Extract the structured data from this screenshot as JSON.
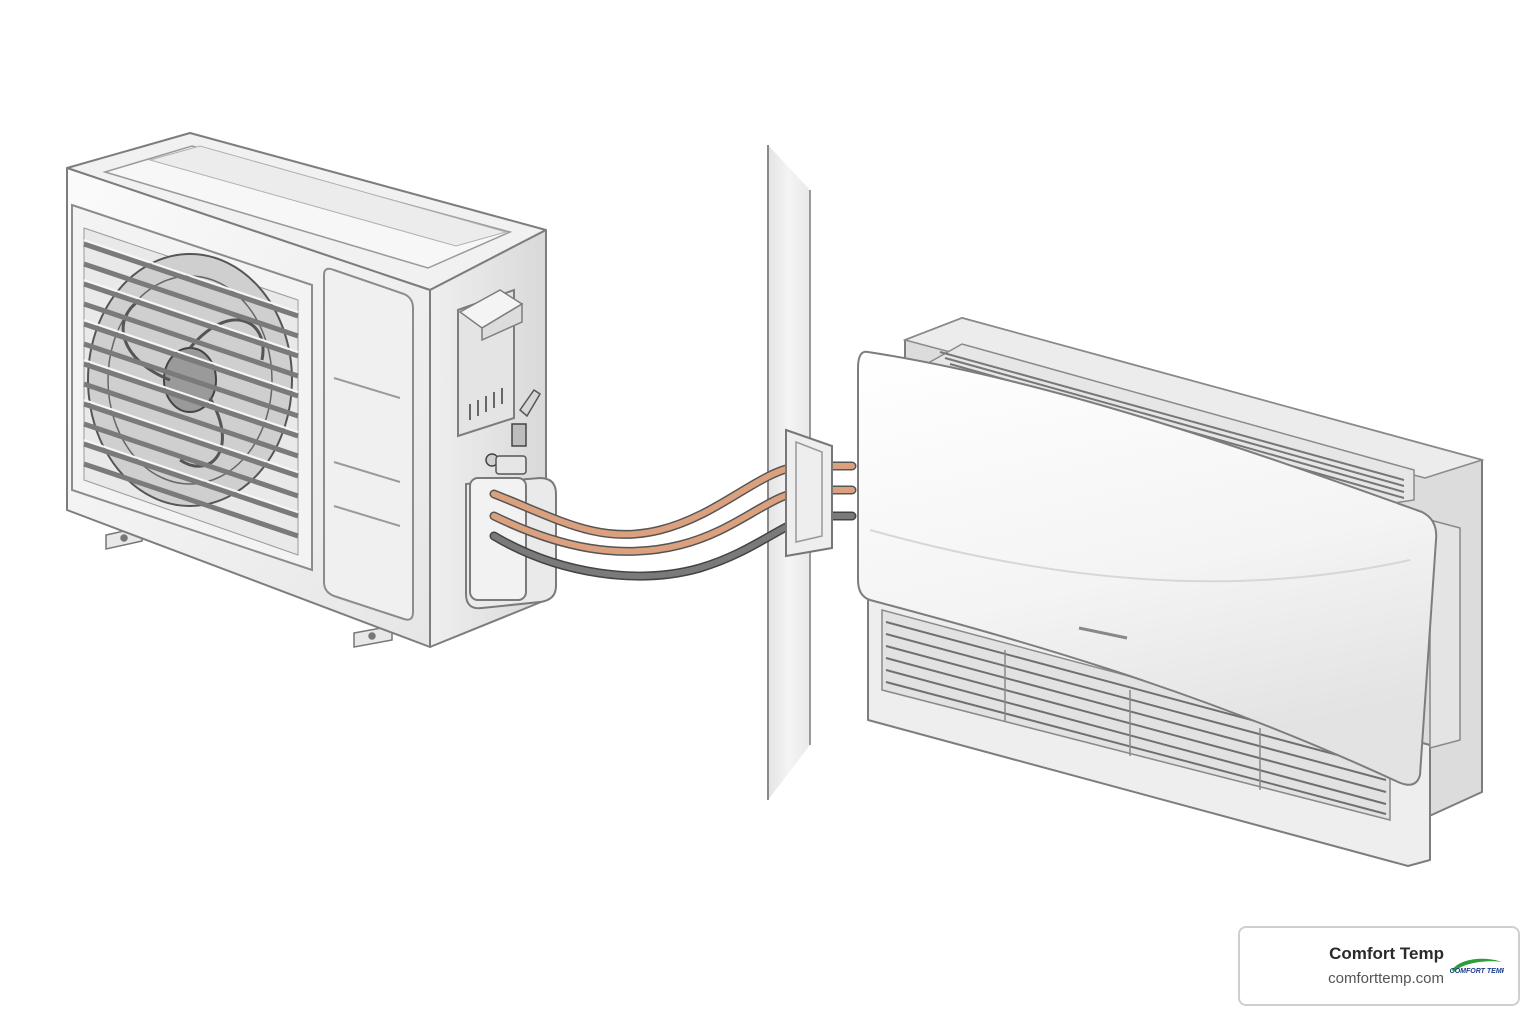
{
  "brand": {
    "name": "Comfort Temp",
    "url": "comforttemp.com",
    "logo_text": "COMFORT TEMP",
    "logo_colors": {
      "swoosh": "#2e9d3a",
      "text": "#1c3c8c"
    }
  },
  "illustration": {
    "subject": "split air conditioner: outdoor condenser unit connected through a wall to an indoor console unit",
    "colors": {
      "copper_line": "#d9a07e",
      "drain_line": "#6e6e6e",
      "outline": "#8a8a8a",
      "panel": "#f2f2f2"
    }
  }
}
